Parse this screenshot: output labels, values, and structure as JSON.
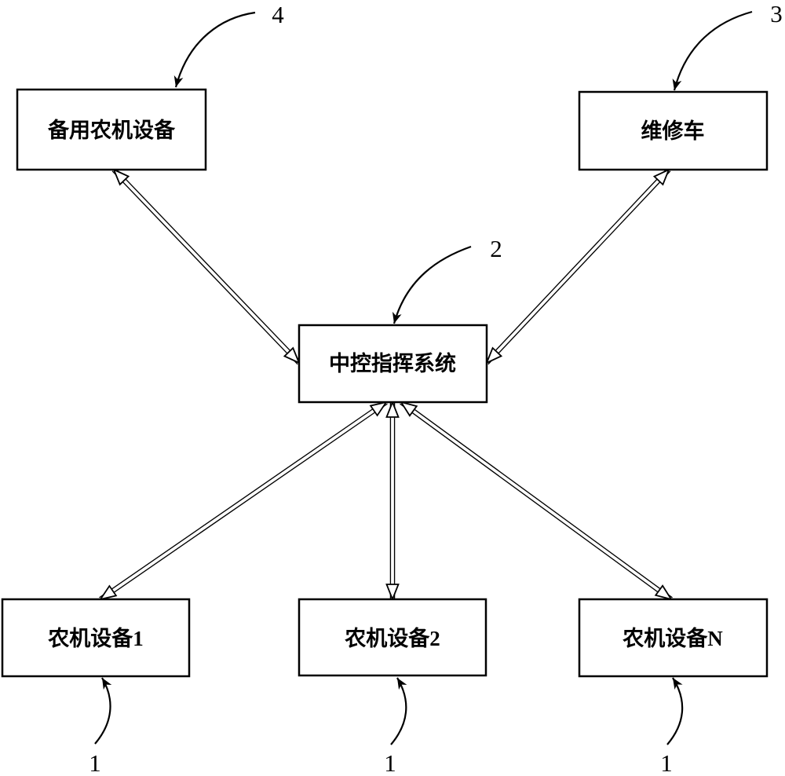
{
  "figure": {
    "background_color": "#ffffff",
    "line_color": "#000000",
    "nodes": [
      {
        "id": "backup-equipment",
        "label": "备用农机设备",
        "ref": "4"
      },
      {
        "id": "repair-vehicle",
        "label": "维修车",
        "ref": "3"
      },
      {
        "id": "central-control",
        "label": "中控指挥系统",
        "ref": "2"
      },
      {
        "id": "machine-1",
        "label": "农机设备1",
        "ref": "1"
      },
      {
        "id": "machine-2",
        "label": "农机设备2",
        "ref": "1"
      },
      {
        "id": "machine-n",
        "label": "农机设备N",
        "ref": "1"
      }
    ],
    "edges": [
      {
        "from": "central-control",
        "to": "backup-equipment",
        "style": "double-line",
        "bidirectional": true
      },
      {
        "from": "central-control",
        "to": "repair-vehicle",
        "style": "double-line",
        "bidirectional": true
      },
      {
        "from": "central-control",
        "to": "machine-1",
        "style": "double-line",
        "bidirectional": true
      },
      {
        "from": "central-control",
        "to": "machine-2",
        "style": "double-line",
        "bidirectional": true
      },
      {
        "from": "central-control",
        "to": "machine-n",
        "style": "double-line",
        "bidirectional": true
      }
    ]
  }
}
